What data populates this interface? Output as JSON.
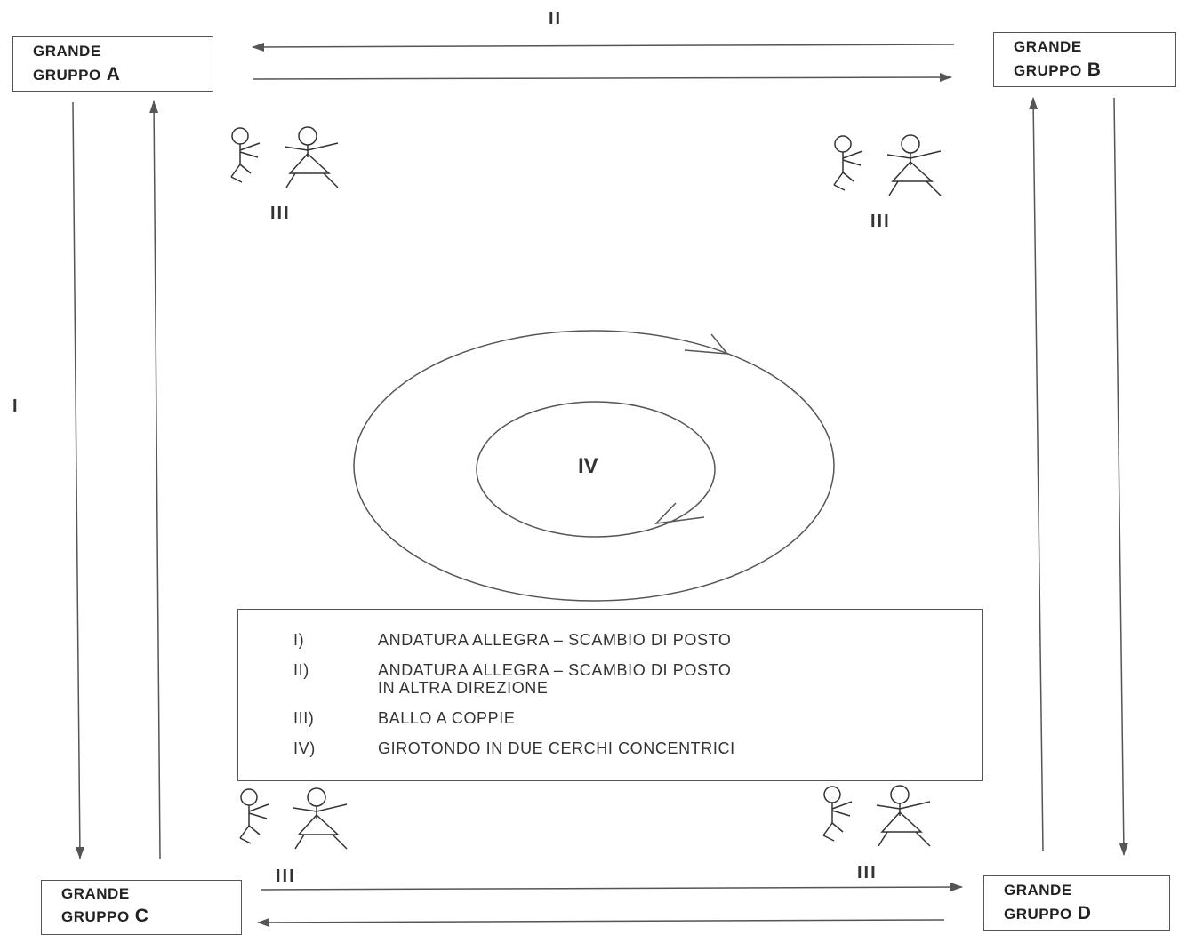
{
  "groups": {
    "a": {
      "line1": "GRANDE",
      "line2": "GRUPPO",
      "letter": "A"
    },
    "b": {
      "line1": "GRANDE",
      "line2": "GRUPPO",
      "letter": "B"
    },
    "c": {
      "line1": "GRANDE",
      "line2": "GRUPPO",
      "letter": "C"
    },
    "d": {
      "line1": "GRANDE",
      "line2": "GRUPPO",
      "letter": "D"
    }
  },
  "labels": {
    "top_arrows": "II",
    "left_arrows": "I",
    "couple_top_left": "III",
    "couple_top_right": "III",
    "couple_bottom_left": "III",
    "couple_bottom_right": "III",
    "circles": "IV"
  },
  "legend": {
    "items": [
      {
        "key": "I)",
        "text": "ANDATURA ALLEGRA – SCAMBIO DI POSTO",
        "text2": ""
      },
      {
        "key": "II)",
        "text": "ANDATURA ALLEGRA – SCAMBIO DI POSTO",
        "text2": "IN ALTRA DIREZIONE"
      },
      {
        "key": "III)",
        "text": "BALLO A COPPIE",
        "text2": ""
      },
      {
        "key": "IV)",
        "text": "GIROTONDO IN DUE CERCHI CONCENTRICI",
        "text2": ""
      }
    ]
  },
  "colors": {
    "line": "#555555",
    "text": "#222222"
  }
}
